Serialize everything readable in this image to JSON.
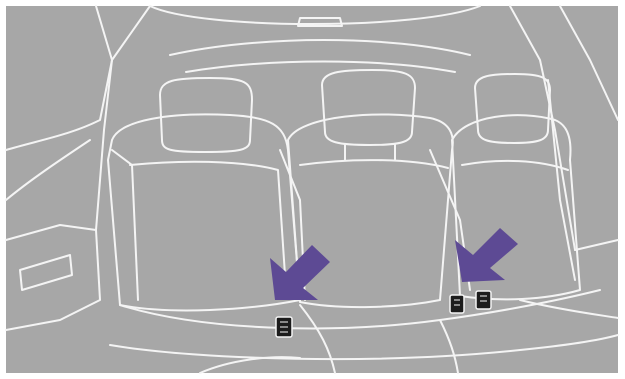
{
  "illustration": {
    "colors": {
      "background": "#a7a7a7",
      "lines": "#f4f4f4",
      "seat_fill": "#a3a3a3",
      "arrow": "#5d4a94",
      "buckle": "#1c1c1c"
    },
    "arrows": [
      {
        "icon": "arrow-down-left-icon",
        "points_to": "left-seat-buckle"
      },
      {
        "icon": "arrow-down-left-icon",
        "points_to": "right-seat-buckles"
      }
    ],
    "buckles_count": 3
  }
}
